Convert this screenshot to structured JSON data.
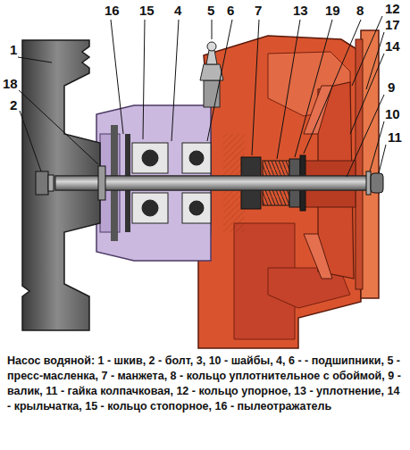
{
  "diagram": {
    "caption": "Насос водяной: 1 - шкив, 2 - болт, 3, 10 - шайбы, 4, 6 - - подшипники, 5 - пресс-масленка, 7 - манжета, 8 - кольцо уплотнительное с обоймой, 9 - валик, 11 - гайка колпачковая, 12 - кольцо упорное, 13 - уплотнение, 14 - крыльчатка, 15 - кольцо стопорное, 16 - пылеотражатель",
    "labels": [
      "16",
      "15",
      "4",
      "5",
      "6",
      "7",
      "13",
      "19",
      "8",
      "12",
      "17",
      "14",
      "1",
      "18",
      "2",
      "9",
      "10",
      "11"
    ]
  }
}
